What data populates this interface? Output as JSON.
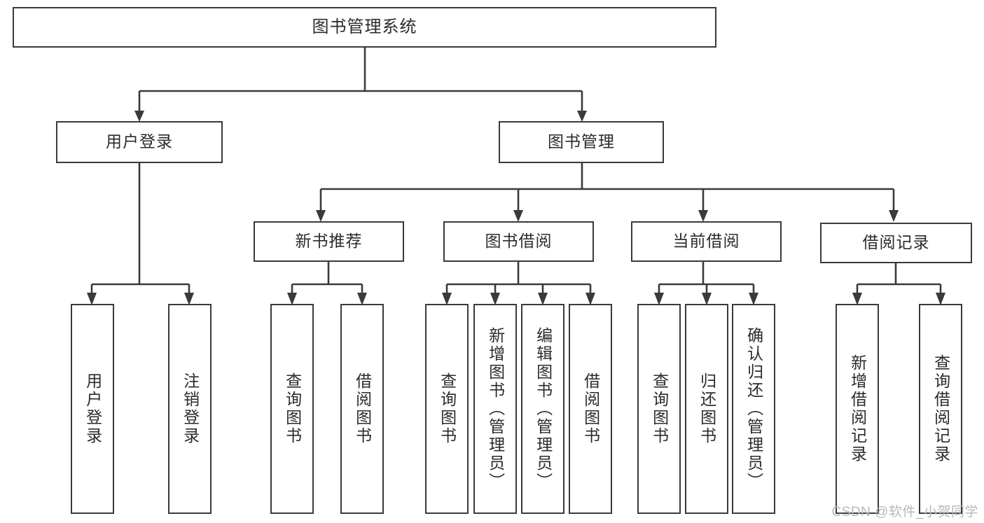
{
  "diagram": {
    "title": "图书管理系统",
    "watermark": "CSDN @软件_小贺同学",
    "root": {
      "label": "图书管理系统"
    },
    "level1": [
      {
        "label": "用户登录"
      },
      {
        "label": "图书管理"
      }
    ],
    "level2": [
      {
        "label": "新书推荐"
      },
      {
        "label": "图书借阅"
      },
      {
        "label": "当前借阅"
      },
      {
        "label": "借阅记录"
      }
    ],
    "leaves": {
      "user_login": [
        {
          "label": "用户登录"
        },
        {
          "label": "注销登录"
        }
      ],
      "new_book_recommend": [
        {
          "label": "查询图书"
        },
        {
          "label": "借阅图书"
        }
      ],
      "book_borrow": [
        {
          "label": "查询图书"
        },
        {
          "label": "新增图书（管理员）"
        },
        {
          "label": "编辑图书（管理员）"
        },
        {
          "label": "借阅图书"
        }
      ],
      "current_borrow": [
        {
          "label": "查询图书"
        },
        {
          "label": "归还图书"
        },
        {
          "label": "确认归还（管理员）"
        }
      ],
      "borrow_record": [
        {
          "label": "新增借阅记录"
        },
        {
          "label": "查询借阅记录"
        }
      ]
    },
    "colors": {
      "stroke": "#3a3a3a",
      "fill": "#ffffff",
      "text": "#2b2b2b",
      "watermark": "#b8b8b8"
    }
  }
}
